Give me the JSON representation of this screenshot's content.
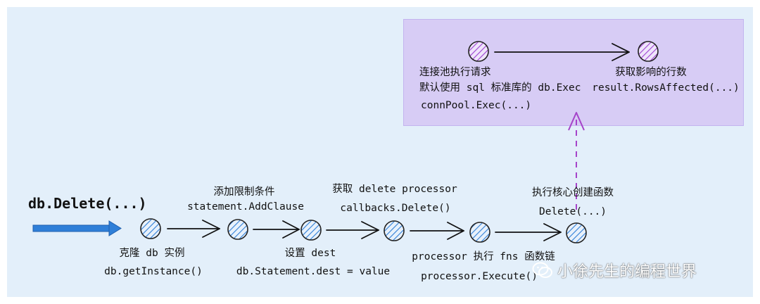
{
  "colors": {
    "canvas_bg": "#e3effa",
    "panel_bg": "#d7ccf5",
    "node_blue": "#2f7fd8",
    "node_purple": "#9b3fd0",
    "entry_arrow": "#2f7fd8",
    "dashed_arrow": "#a543c9"
  },
  "entry": {
    "title": "db.Delete(...)"
  },
  "steps": [
    {
      "label_top": "",
      "label_top2": "",
      "label_bottom": "克隆 db 实例",
      "label_bottom2": "db.getInstance()"
    },
    {
      "label_top": "添加限制条件",
      "label_top2": "statement.AddClause",
      "label_bottom": "",
      "label_bottom2": ""
    },
    {
      "label_top": "",
      "label_top2": "",
      "label_bottom": "设置 dest",
      "label_bottom2": "db.Statement.dest = value"
    },
    {
      "label_top": "获取 delete processor",
      "label_top2": "callbacks.Delete()",
      "label_bottom": "",
      "label_bottom2": ""
    },
    {
      "label_top": "",
      "label_top2": "",
      "label_bottom": "processor 执行 fns 函数链",
      "label_bottom2": "processor.Execute()"
    },
    {
      "label_top": "执行核心创建函数",
      "label_top2": "Delete(...)",
      "label_bottom": "",
      "label_bottom2": ""
    }
  ],
  "exec_panel": {
    "left": {
      "line1": "连接池执行请求",
      "line2": "默认使用 sql 标准库的 db.Exec",
      "line3": "connPool.Exec(...)"
    },
    "right": {
      "line1": "获取影响的行数",
      "line2": "result.RowsAffected(...)"
    }
  },
  "watermark": {
    "text": "小徐先生的编程世界",
    "icon": "wechat-icon"
  }
}
